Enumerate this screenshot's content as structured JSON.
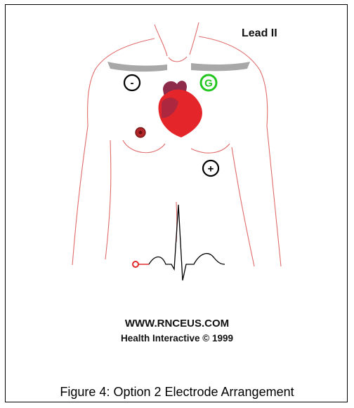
{
  "figure": {
    "title": "Lead II",
    "electrodes": {
      "negative_symbol": "-",
      "ground_symbol": "G",
      "positive_symbol": "+"
    },
    "credit_website": "WWW.RNCEUS.COM",
    "credit_copyright": "Health Interactive © 1999",
    "caption": "Figure 4: Option 2 Electrode Arrangement"
  },
  "colors": {
    "body_outline": "#e06b6b",
    "clavicle": "#a8a8a8",
    "heart": "#e4262b",
    "heart_vessels": "#8e2b4a",
    "ground": "#22c61f",
    "nipple": "#b2262a",
    "ecg_trace": "#000000",
    "ecg_lead": "#e02a2a"
  }
}
